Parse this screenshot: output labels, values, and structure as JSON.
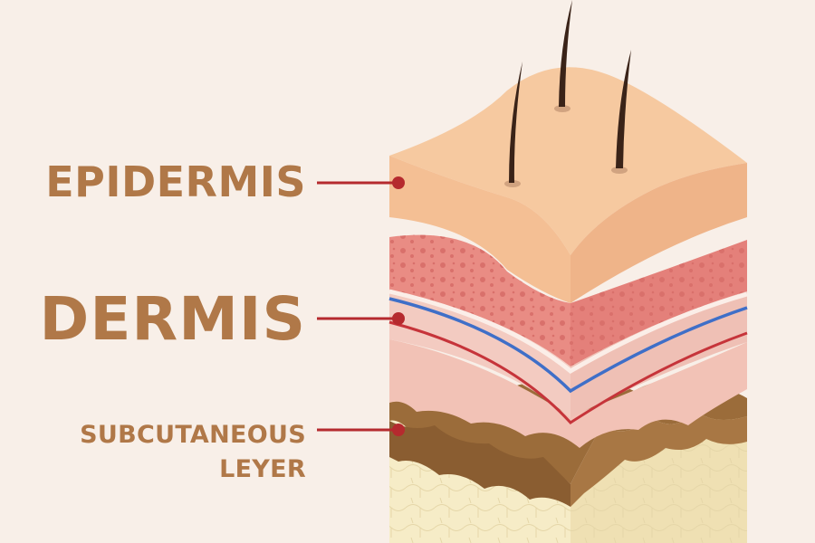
{
  "labels": {
    "epidermis": "EPIDERMIS",
    "dermis": "DERMIS",
    "subcutaneous_line1": "SUBCUTANEOUS",
    "subcutaneous_line2": "LEYER"
  },
  "colors": {
    "background": "#f8efe8",
    "label_text": "#b07848",
    "pointer": "#b52a2e",
    "epidermis_top": "#f6c9a0",
    "epidermis_side": "#efb489",
    "dermis": "#e98c84",
    "dermis_band": "#f3cbc1",
    "vein": "#3f6fc8",
    "artery": "#c6343a",
    "fat": "#f6ecc7",
    "subcutaneous_tissue": "#9b6c3a",
    "hair": "#3a2318"
  }
}
